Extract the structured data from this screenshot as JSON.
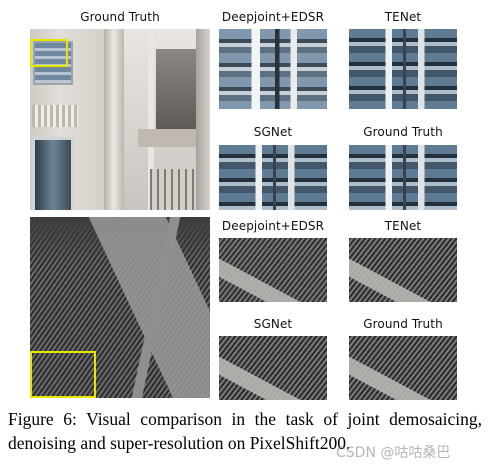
{
  "top_row": {
    "main_label": "Ground Truth",
    "crop_labels": [
      "Deepjoint+EDSR",
      "TENet",
      "SGNet",
      "Ground Truth"
    ]
  },
  "bottom_row": {
    "crop_labels": [
      "Deepjoint+EDSR",
      "TENet",
      "SGNet",
      "Ground Truth"
    ]
  },
  "highlight_color": "#e8e600",
  "caption": "Figure 6: Visual comparison in the task of joint demosaicing, denoising and super-resolution on PixelShift200.",
  "watermark": "CSDN @咕咕桑巴"
}
